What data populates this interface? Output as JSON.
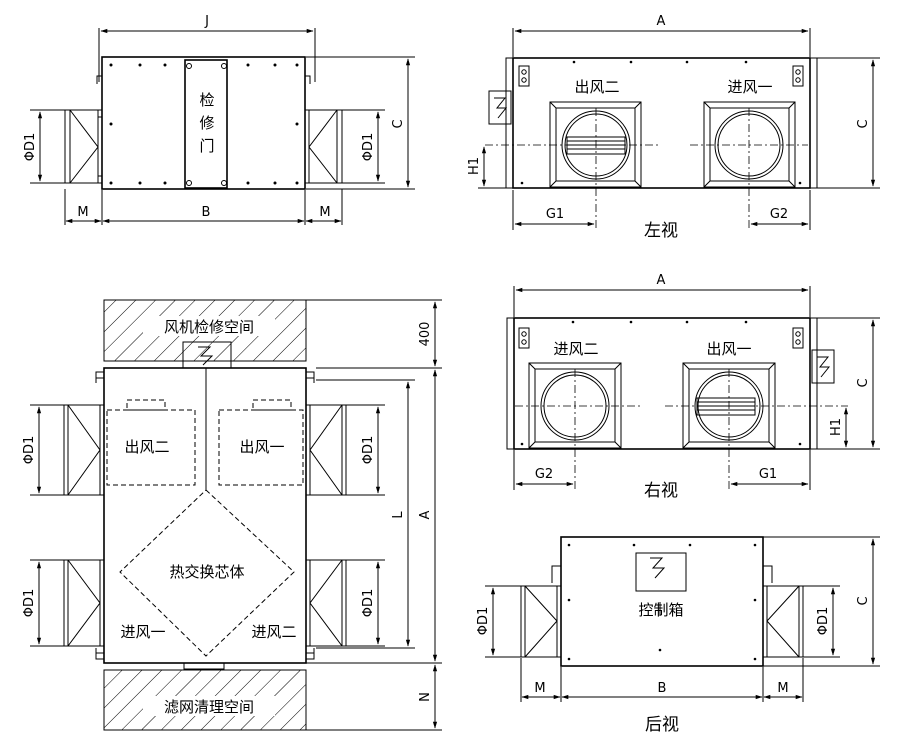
{
  "views": {
    "top": {
      "dim_j": "J",
      "dim_b": "B",
      "dim_m_left": "M",
      "dim_m_right": "M",
      "dim_c": "C",
      "dim_d1_left": "ΦD1",
      "dim_d1_right": "ΦD1",
      "door_chars": [
        "检",
        "修",
        "门"
      ]
    },
    "left": {
      "caption": "左视",
      "dim_a": "A",
      "dim_c": "C",
      "dim_h1": "H1",
      "dim_g1": "G1",
      "dim_g2": "G2",
      "port_outlet": "出风二",
      "port_inlet": "进风一"
    },
    "right": {
      "caption": "右视",
      "dim_a": "A",
      "dim_c": "C",
      "dim_h1": "H1",
      "dim_g1": "G1",
      "dim_g2": "G2",
      "port_inlet": "进风二",
      "port_outlet": "出风一"
    },
    "plan": {
      "fan_space": "风机检修空间",
      "filter_space": "滤网清理空间",
      "dim_400": "400",
      "dim_l": "L",
      "dim_a": "A",
      "dim_n": "N",
      "dim_d1_ul": "ΦD1",
      "dim_d1_ur": "ΦD1",
      "dim_d1_ll": "ΦD1",
      "dim_d1_lr": "ΦD1",
      "chamber_outlet2": "出风二",
      "chamber_outlet1": "出风一",
      "core": "热交换芯体",
      "inlet1": "进风一",
      "inlet2": "进风二"
    },
    "rear": {
      "caption": "后视",
      "control_box": "控制箱",
      "dim_b": "B",
      "dim_m_left": "M",
      "dim_m_right": "M",
      "dim_c": "C",
      "dim_d1_left": "ΦD1",
      "dim_d1_right": "ΦD1"
    }
  },
  "icons": [
    "electric-warning-icon",
    "dimension-arrow-icon"
  ]
}
